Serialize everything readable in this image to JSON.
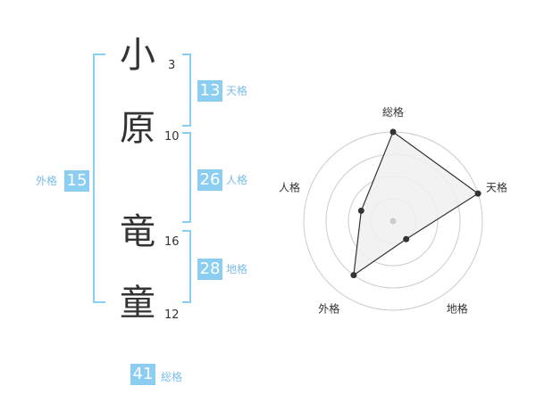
{
  "name": {
    "chars": [
      {
        "char": "小",
        "strokes": "3"
      },
      {
        "char": "原",
        "strokes": "10"
      },
      {
        "char": "竜",
        "strokes": "16"
      },
      {
        "char": "童",
        "strokes": "12"
      }
    ]
  },
  "fortunes": {
    "tenkaku": {
      "value": "13",
      "label": "天格"
    },
    "jinkaku": {
      "value": "26",
      "label": "人格"
    },
    "chikaku": {
      "value": "28",
      "label": "地格"
    },
    "gaikaku": {
      "value": "15",
      "label": "外格"
    },
    "soukaku": {
      "value": "41",
      "label": "総格"
    }
  },
  "chart_data": {
    "type": "radar",
    "axes": [
      "総格",
      "天格",
      "地格",
      "外格",
      "人格"
    ],
    "values": [
      4,
      4,
      1,
      3,
      1.5
    ],
    "max": 4,
    "rings": 4,
    "colors": {
      "fill": "#f0f0f0",
      "line": "#333333",
      "grid": "#cccccc",
      "center": "#cccccc"
    }
  }
}
